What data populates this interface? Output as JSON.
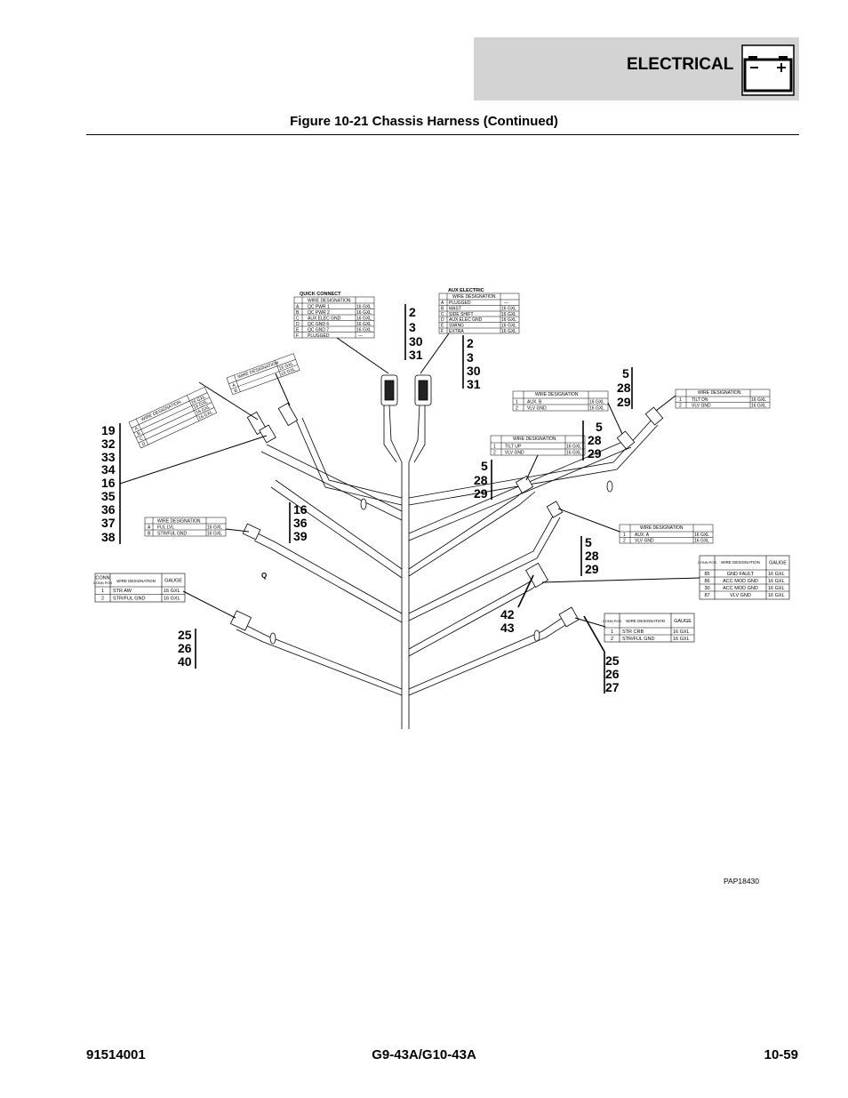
{
  "header": {
    "section": "ELECTRICAL",
    "battery_icon": "battery-icon"
  },
  "figure_title": "Figure 10-21 Chassis Harness (Continued)",
  "footer": {
    "left": "91514001",
    "center": "G9-43A/G10-43A",
    "right": "10-59"
  },
  "ref_code": "PAP18430",
  "point_q": "Q",
  "callouts": {
    "c1": [
      "2",
      "3",
      "30",
      "31"
    ],
    "c2": [
      "2",
      "3",
      "30",
      "31"
    ],
    "c3": [
      "5",
      "28",
      "29"
    ],
    "c4": [
      "5",
      "28",
      "29"
    ],
    "c5": [
      "5",
      "28",
      "29"
    ],
    "c6": [
      "19",
      "32",
      "33",
      "34",
      "16",
      "35",
      "36",
      "37",
      "38"
    ],
    "c7": [
      "16",
      "36",
      "39"
    ],
    "c8": [
      "5",
      "28",
      "29"
    ],
    "c9": [
      "42",
      "43"
    ],
    "c10": [
      "25",
      "26",
      "40"
    ],
    "c11": [
      "25",
      "26",
      "27"
    ]
  },
  "tables": {
    "quick_connect": {
      "title": "QUICK CONNECT",
      "head": [
        "WIRE DESIGNATION"
      ],
      "rows": [
        [
          "A",
          "QC PWR 1",
          "16 GXL"
        ],
        [
          "B",
          "QC PWR 2",
          "16 GXL"
        ],
        [
          "C",
          "AUX ELEC GND",
          "16 GXL"
        ],
        [
          "D",
          "QC GND 6",
          "16 GXL"
        ],
        [
          "E",
          "QC GND 7",
          "16 GXL"
        ],
        [
          "F",
          "PLUGGED",
          "---"
        ]
      ]
    },
    "aux_electric": {
      "title": "AUX ELECTRIC",
      "head": [
        "WIRE DESIGNATION"
      ],
      "rows": [
        [
          "A",
          "PLUGGED",
          "---"
        ],
        [
          "B",
          "MAST",
          "16 GXL"
        ],
        [
          "C",
          "SIDE SHIFT",
          "16 GXL"
        ],
        [
          "D",
          "AUX ELEC GND",
          "16 GXL"
        ],
        [
          "E",
          "SWING",
          "16 GXL"
        ],
        [
          "F",
          "EXTRA",
          "16 GXL"
        ]
      ]
    },
    "aux_b": {
      "head": [
        "WIRE DESIGNATION"
      ],
      "rows": [
        [
          "1",
          "AUX. B",
          "16 GXL"
        ],
        [
          "2",
          "VLV GND",
          "16 GXL"
        ]
      ]
    },
    "tilt_dn": {
      "head": [
        "WIRE DESIGNATION"
      ],
      "rows": [
        [
          "1",
          "TILT DN",
          "16 GXL"
        ],
        [
          "2",
          "VLV GND",
          "16 GXL"
        ]
      ]
    },
    "tilt_up": {
      "head": [
        "WIRE DESIGNATION"
      ],
      "rows": [
        [
          "1",
          "TILT UP",
          "16 GXL"
        ],
        [
          "2",
          "VLV GND",
          "16 GXL"
        ]
      ]
    },
    "aux_a": {
      "head": [
        "WIRE DESIGNATION"
      ],
      "rows": [
        [
          "1",
          "AUX. A",
          "16 GXL"
        ],
        [
          "2",
          "VLV GND",
          "16 GXL"
        ]
      ]
    },
    "ful_lvl": {
      "head": [
        "WIRE DESIGNATION"
      ],
      "rows": [
        [
          "A",
          "FUL LVL",
          "16 GXL"
        ],
        [
          "B",
          "STR/FUL GND",
          "16 GXL"
        ]
      ]
    },
    "rotated_4": {
      "head": [
        "WIRE DESIGNATION"
      ],
      "rows": [
        [
          "A",
          "",
          "16 GXL"
        ],
        [
          "B",
          "",
          "16 GXL"
        ],
        [
          "C",
          "",
          "16 GXL"
        ],
        [
          "D",
          "",
          "16 GXL"
        ]
      ]
    },
    "rotated_2": {
      "head": [
        "WIRE DESIGNATION"
      ],
      "rows": [
        [
          "A",
          "",
          "16 GXL"
        ],
        [
          "B",
          "",
          "16 GXL"
        ]
      ]
    },
    "str_aw": {
      "head": [
        "CONN POS",
        "WIRE DESIGNATION",
        "GAUGE"
      ],
      "rows": [
        [
          "1",
          "STR AW",
          "16 GXL"
        ],
        [
          "2",
          "STR/FUL GND",
          "16 GXL"
        ]
      ]
    },
    "relay": {
      "head": [
        "CONN POS",
        "WIRE DESIGNATION",
        "GAUGE"
      ],
      "rows": [
        [
          "85",
          "GND FAULT",
          "16 GXL"
        ],
        [
          "86",
          "ACC MOD GND",
          "16 GXL"
        ],
        [
          "30",
          "ACC MOD GND",
          "16 GXL"
        ],
        [
          "87",
          "VLV GND",
          "16 GXL"
        ]
      ]
    },
    "str_crb": {
      "head": [
        "CONN POS",
        "WIRE DESIGNATION",
        "GAUGE"
      ],
      "rows": [
        [
          "1",
          "STR CRB",
          "16 GXL"
        ],
        [
          "2",
          "STR/FUL GND",
          "16 GXL"
        ]
      ]
    }
  }
}
